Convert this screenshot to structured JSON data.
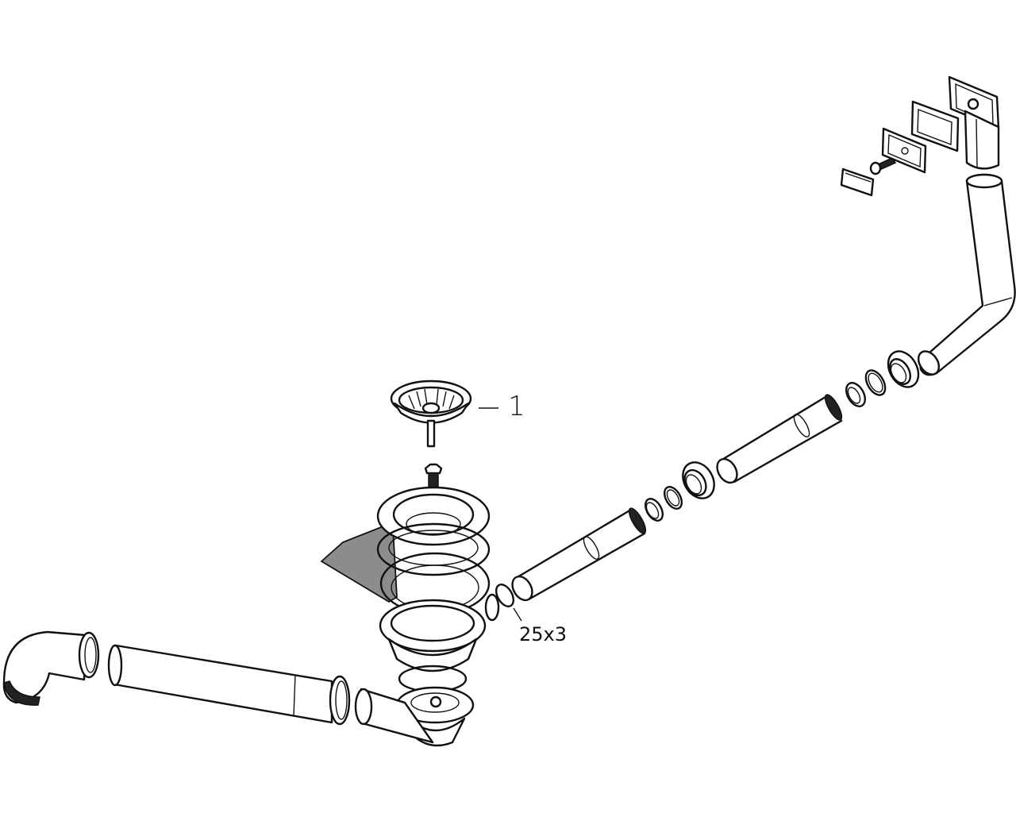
{
  "diagram": {
    "type": "exploded-parts-view",
    "subject": "Sink drain / waste set with overflow",
    "callouts": [
      {
        "id": "1",
        "text": "1",
        "target": "basket-strainer"
      },
      {
        "id": "seal",
        "text": "25x3",
        "target": "o-ring-seal"
      }
    ],
    "components": [
      "basket-strainer",
      "strainer-bolt",
      "sink-flange",
      "flange-gasket",
      "sealing-sheet",
      "drain-body",
      "drain-outlet-elbow",
      "o-ring-seal",
      "overflow-pipe-lower",
      "slip-joint-nut-lower",
      "sealing-ring-lower",
      "overflow-pipe-middle",
      "slip-joint-nut-upper",
      "sealing-ring-upper",
      "overflow-pipe-upper-bend",
      "overflow-head",
      "overflow-frame",
      "overflow-gasket",
      "overflow-screw",
      "overflow-cover",
      "drain-pipe-horizontal",
      "trap-elbow"
    ],
    "colors": {
      "line": "#111111",
      "fill": "#ffffff",
      "shaded": "#8c8c8c"
    }
  }
}
